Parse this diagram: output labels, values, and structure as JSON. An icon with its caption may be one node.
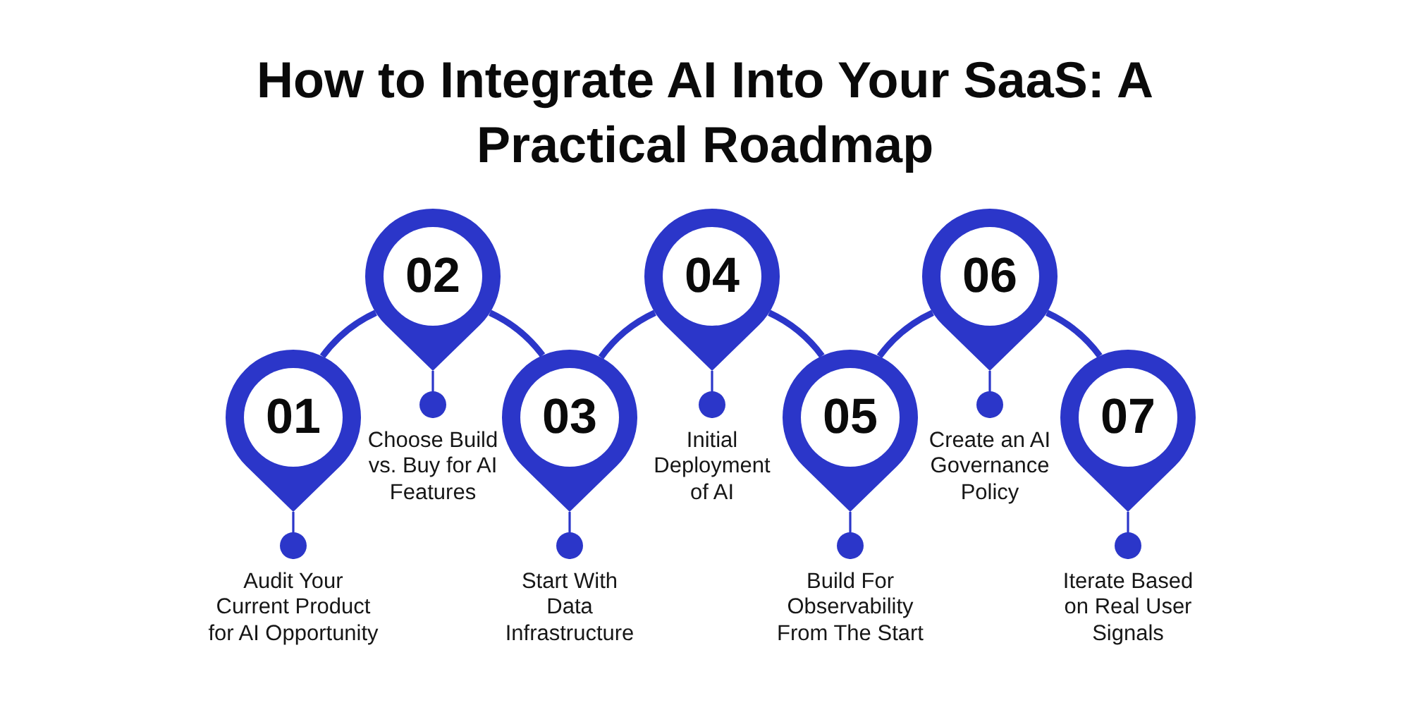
{
  "diagram": {
    "title": "How to Integrate AI Into Your SaaS: A Practical Roadmap",
    "nodes": [
      {
        "text": [
          "01"
        ]
      },
      {
        "text": [
          "02"
        ]
      },
      {
        "text": [
          "03"
        ]
      },
      {
        "text": [
          "04"
        ]
      },
      {
        "text": [
          "05"
        ]
      },
      {
        "text": [
          "06"
        ]
      },
      {
        "text": [
          "07"
        ]
      },
      {
        "text": [
          "Audit Your Current Product for AI Opportunity"
        ]
      },
      {
        "text": [
          "Choose Build vs. Buy for AI Features"
        ]
      },
      {
        "text": [
          "Start With Data Infrastructure"
        ]
      },
      {
        "text": [
          "Initial Deployment of AI"
        ]
      },
      {
        "text": [
          "Build For Observability From The Start"
        ]
      },
      {
        "text": [
          "Create an AI Governance Policy"
        ]
      },
      {
        "text": [
          "Iterate Based on Real User Signals"
        ]
      }
    ],
    "edges": [
      {
        "from": 0,
        "to": 1,
        "arrow": "none",
        "style": "thick"
      },
      {
        "from": 1,
        "to": 2,
        "arrow": "none",
        "style": "thick"
      },
      {
        "from": 2,
        "to": 3,
        "arrow": "none",
        "style": "thick"
      },
      {
        "from": 3,
        "to": 4,
        "arrow": "none",
        "style": "thick"
      },
      {
        "from": 4,
        "to": 5,
        "arrow": "none",
        "style": "thick"
      },
      {
        "from": 5,
        "to": 6,
        "arrow": "none",
        "style": "thick"
      },
      {
        "from": 0,
        "to": 7,
        "arrow": "other"
      },
      {
        "from": 1,
        "to": 8,
        "arrow": "other"
      },
      {
        "from": 2,
        "to": 9,
        "arrow": "other"
      },
      {
        "from": 3,
        "to": 10,
        "arrow": "other"
      },
      {
        "from": 4,
        "to": 11,
        "arrow": "other"
      },
      {
        "from": 5,
        "to": 12,
        "arrow": "other"
      },
      {
        "from": 6,
        "to": 13,
        "arrow": "other"
      }
    ]
  }
}
